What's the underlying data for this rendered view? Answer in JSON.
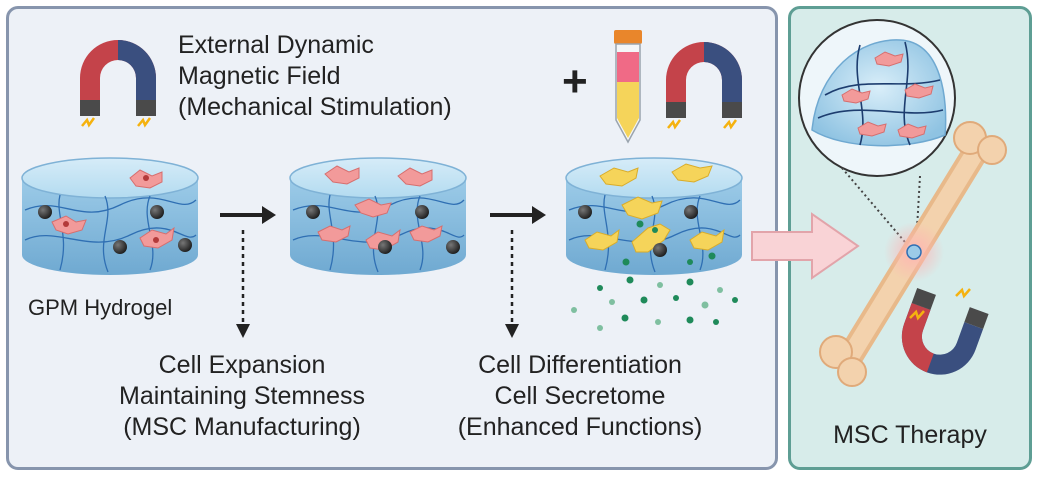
{
  "stimulus": {
    "line1": "External Dynamic",
    "line2": "Magnetic Field",
    "line3": "(Mechanical Stimulation)"
  },
  "plus_sign": "+",
  "hydrogel_label": "GPM Hydrogel",
  "outcome_expansion": {
    "line1": "Cell Expansion",
    "line2": "Maintaining Stemness",
    "line3": "(MSC Manufacturing)"
  },
  "outcome_differentiation": {
    "line1": "Cell Differentiation",
    "line2": "Cell Secretome",
    "line3": "(Enhanced Functions)"
  },
  "therapy_label": "MSC Therapy",
  "colors": {
    "left_panel_border": "#8795ad",
    "left_panel_fill": "#edf1f7",
    "right_panel_border": "#5e9e94",
    "right_panel_fill": "#d7ecea",
    "magnet_red": "#c4434a",
    "magnet_blue": "#3a4f7f",
    "hydrogel_blue": "#9ccbe8",
    "stem_cell_pink": "#f29a9a",
    "differentiated_cell_yellow": "#f5d45a",
    "secretome_green": "#1f8a5a",
    "transition_arrow_pink": "#f9d3d6"
  },
  "icons": [
    "horseshoe-magnet-icon",
    "centrifuge-tube-icon",
    "bone-icon",
    "hydrogel-disc-icon",
    "cell-icon",
    "nanoparticle-icon",
    "secretome-dots-icon"
  ]
}
